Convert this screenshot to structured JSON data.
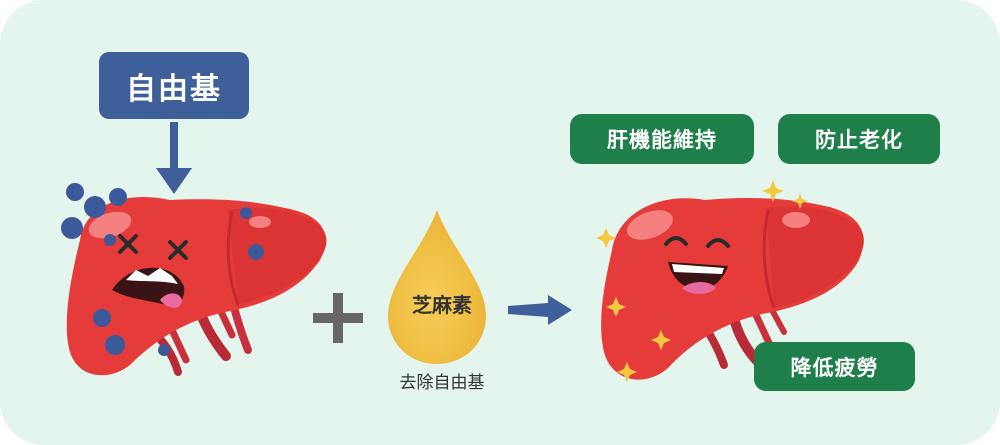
{
  "labels": {
    "free_radical": "自由基",
    "sesamin": "芝麻素",
    "sesamin_caption": "去除自由基"
  },
  "benefits": [
    "肝機能維持",
    "防止老化",
    "降低疲勞"
  ],
  "colors": {
    "background": "#e3f5ec",
    "free_radical_box": "#3f5f9b",
    "benefit_box": "#1e7f4a",
    "liver": "#e53b3b",
    "droplet": "#f2bf3f",
    "radical_dots": "#3c5a9a",
    "sparkle": "#f5c842"
  },
  "icons": [
    "down-arrow-icon",
    "plus-icon",
    "right-arrow-icon",
    "sparkle-icon"
  ]
}
